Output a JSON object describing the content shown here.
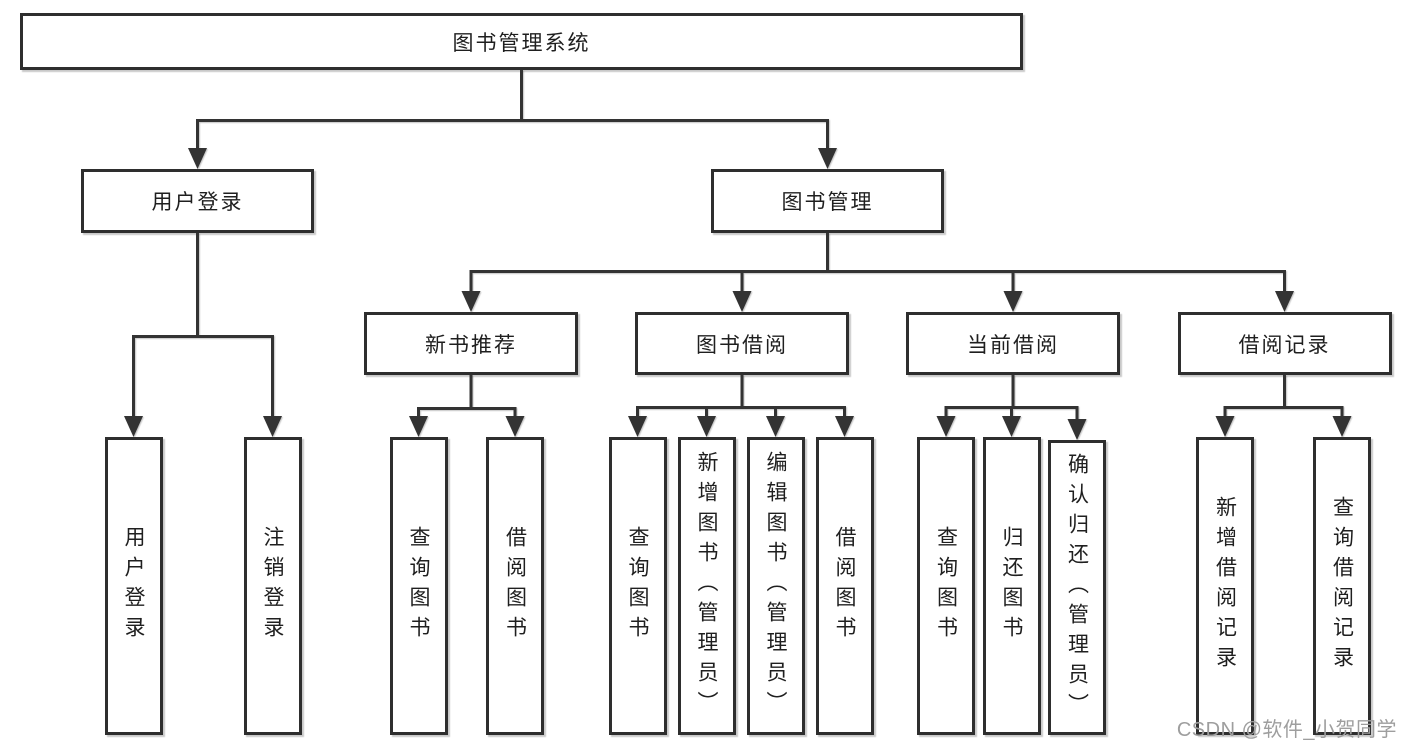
{
  "diagram": {
    "root": "图书管理系统",
    "children": [
      {
        "label": "用户登录",
        "children": [
          "用户登录",
          "注销登录"
        ]
      },
      {
        "label": "图书管理",
        "children": [
          {
            "label": "新书推荐",
            "children": [
              "查询图书",
              "借阅图书"
            ]
          },
          {
            "label": "图书借阅",
            "children": [
              "查询图书",
              "新增图书（管理员）",
              "编辑图书（管理员）",
              "借阅图书"
            ]
          },
          {
            "label": "当前借阅",
            "children": [
              "查询图书",
              "归还图书",
              "确认归还（管理员）"
            ]
          },
          {
            "label": "借阅记录",
            "children": [
              "新增借阅记录",
              "查询借阅记录"
            ]
          }
        ]
      }
    ]
  },
  "colors": {
    "line": "#333333",
    "box_border": "#2e2e2e",
    "box_fill": "#ffffff",
    "text": "#1f1f1f",
    "watermark": "#9e9e9e"
  },
  "watermark": "CSDN @软件_小贺同学"
}
